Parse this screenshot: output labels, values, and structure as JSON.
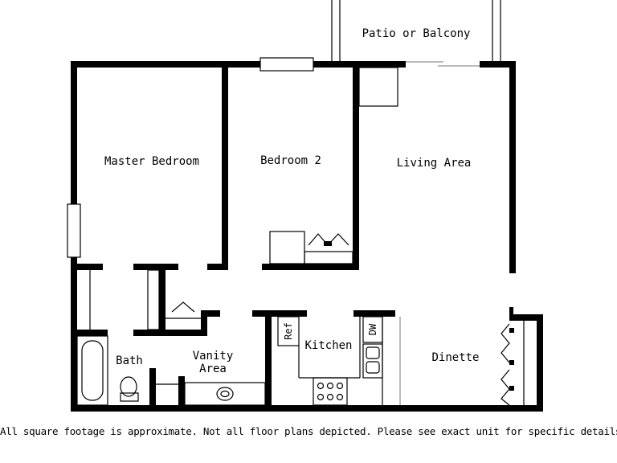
{
  "rooms": {
    "patio": "Patio or Balcony",
    "master_bedroom": "Master Bedroom",
    "bedroom_2": "Bedroom 2",
    "living_area": "Living Area",
    "bath": "Bath",
    "vanity_line1": "Vanity",
    "vanity_line2": "Area",
    "kitchen": "Kitchen",
    "ref": "Ref",
    "dw": "DW",
    "dinette": "Dinette"
  },
  "disclaimer": "All square footage is approximate. Not all floor plans depicted. Please see exact unit for specific details"
}
